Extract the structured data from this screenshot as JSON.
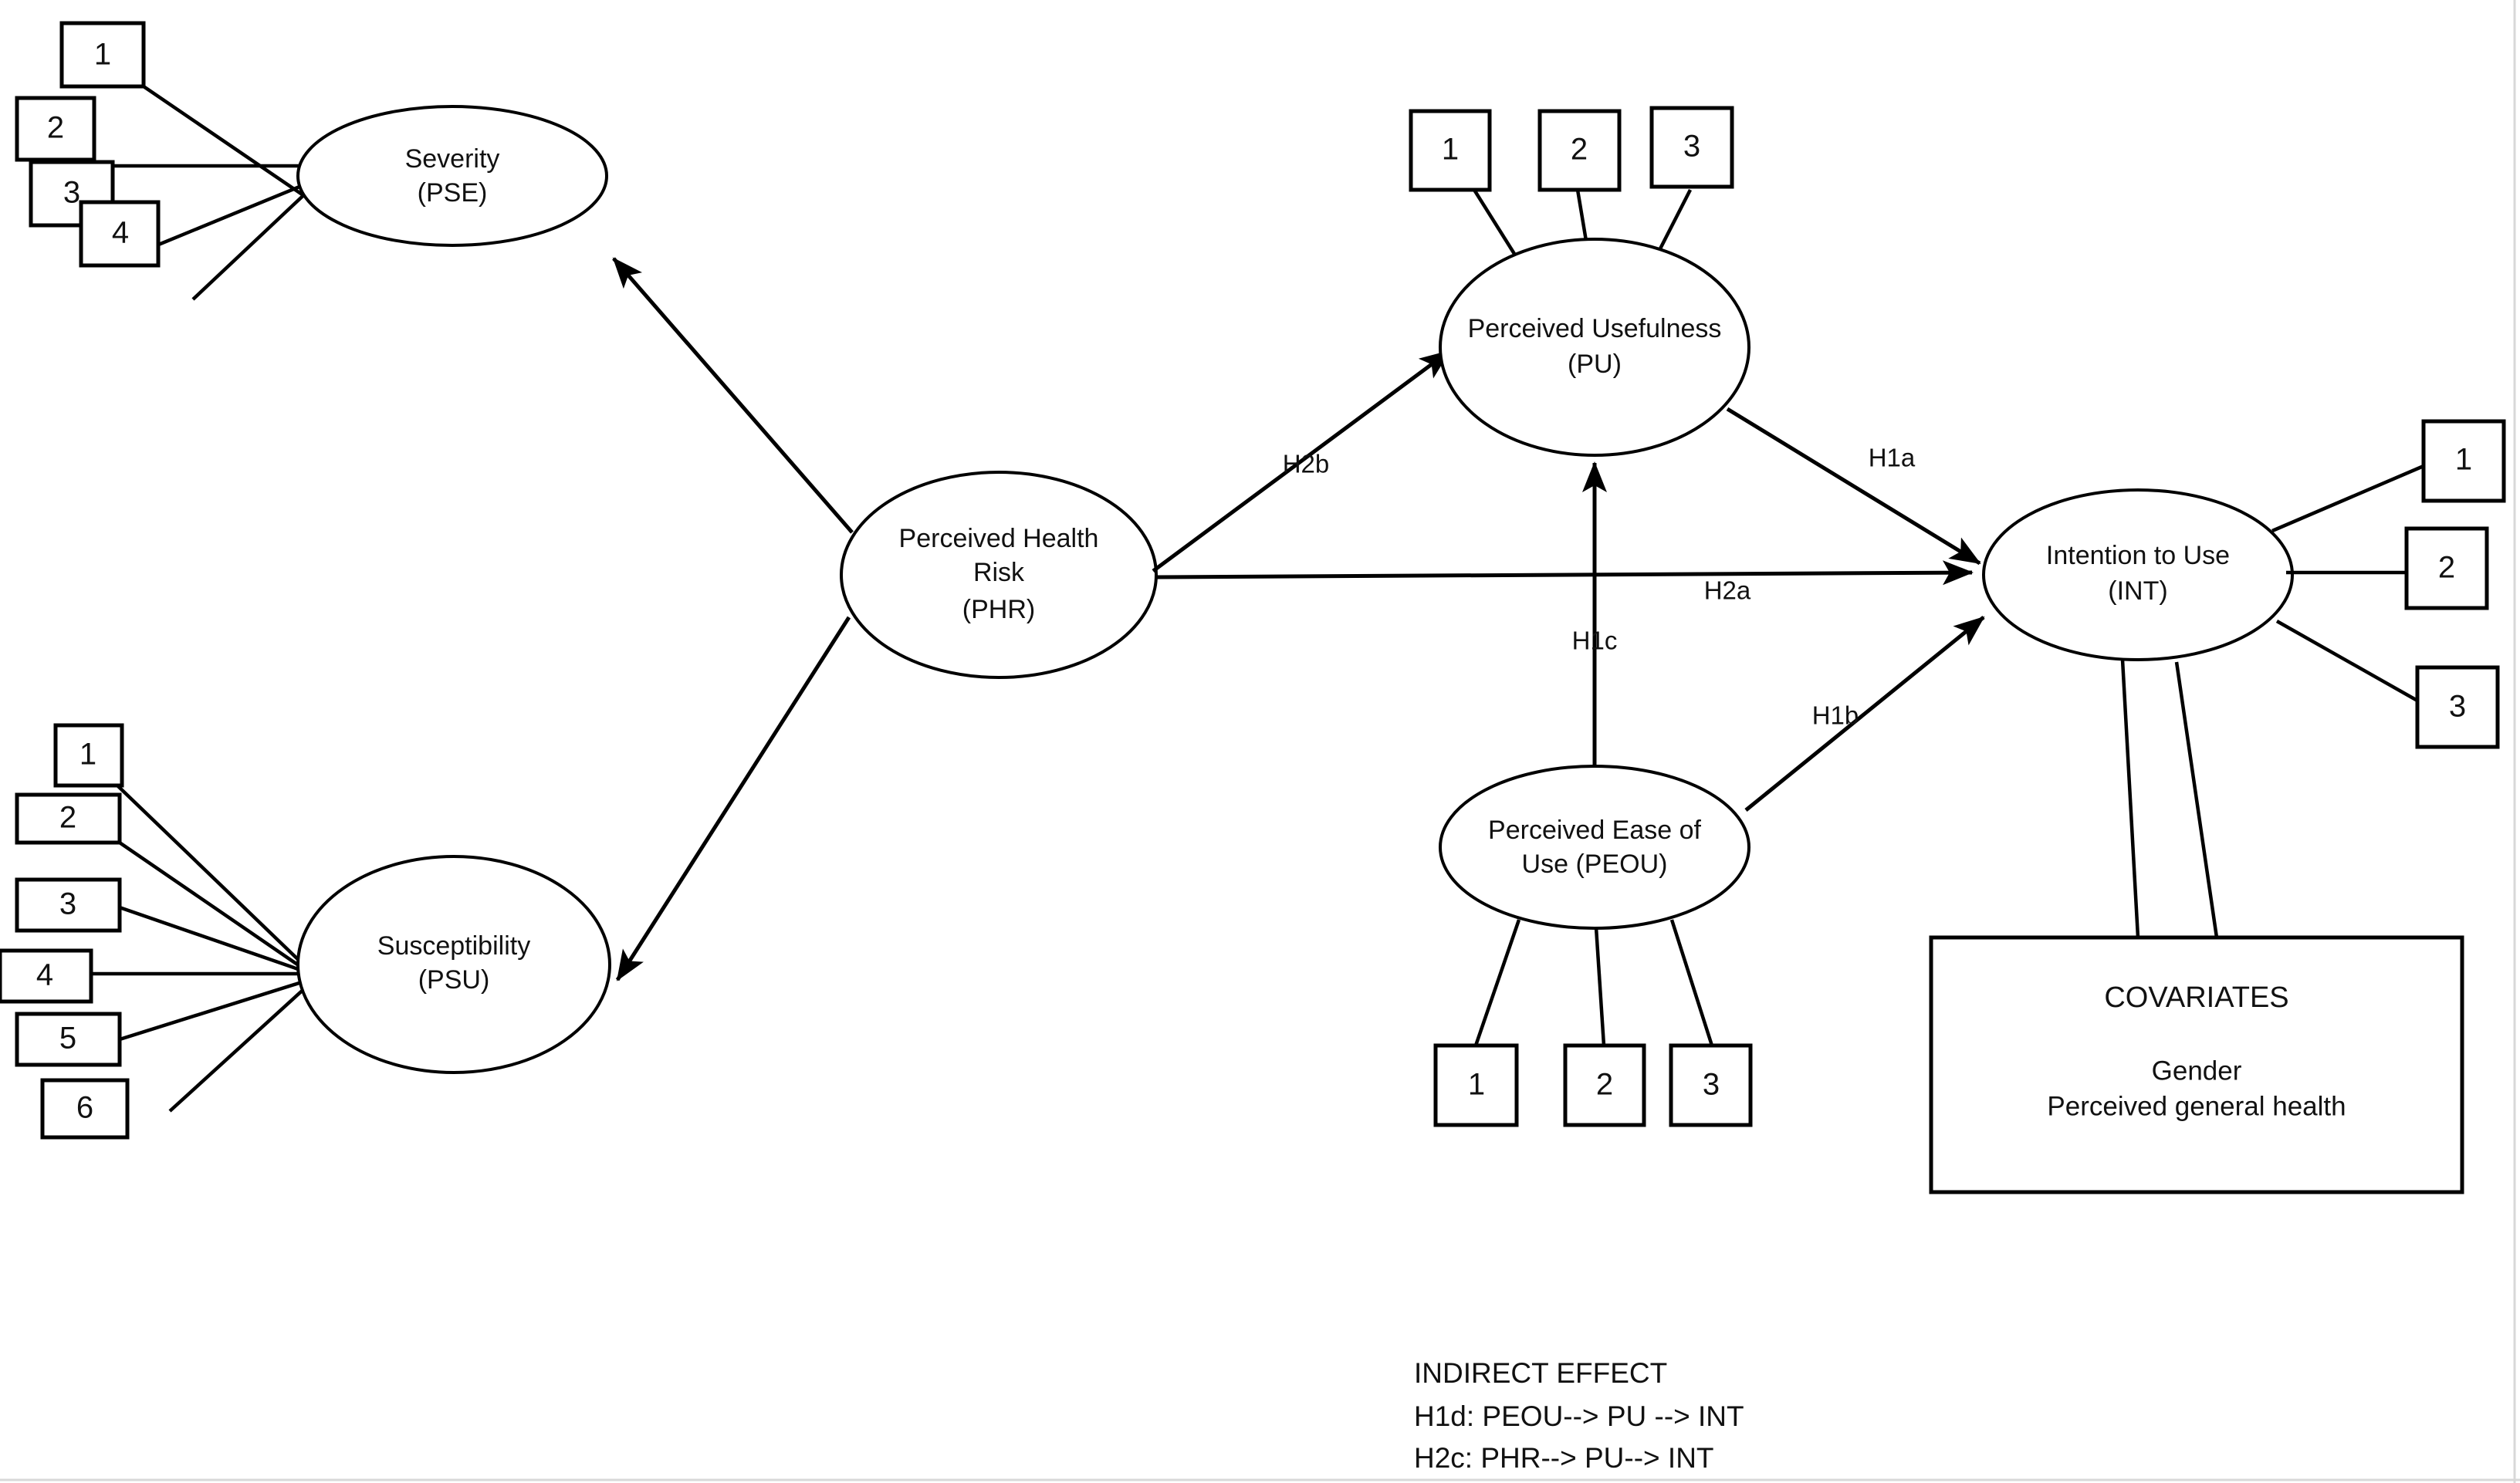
{
  "diagram": {
    "type": "structural-equation-model",
    "title": "",
    "constructs": [
      {
        "id": "PSE",
        "name_line1": "Severity",
        "name_line2": "(PSE)",
        "role": "latent-exogenous",
        "indicators": [
          "1",
          "2",
          "3",
          "4"
        ]
      },
      {
        "id": "PSU",
        "name_line1": "Susceptibility",
        "name_line2": "(PSU)",
        "role": "latent-exogenous",
        "indicators": [
          "1",
          "2",
          "3",
          "4",
          "5",
          "6"
        ]
      },
      {
        "id": "PHR",
        "name_line1": "Perceived Health",
        "name_line2": "Risk",
        "name_line3": "(PHR)",
        "role": "latent-second-order",
        "indicators": []
      },
      {
        "id": "PU",
        "name_line1": "Perceived Usefulness",
        "name_line2": "(PU)",
        "role": "latent-mediator",
        "indicators": [
          "1",
          "2",
          "3"
        ]
      },
      {
        "id": "PEOU",
        "name_line1": "Perceived Ease of",
        "name_line2": "Use (PEOU)",
        "role": "latent-exogenous",
        "indicators": [
          "1",
          "2",
          "3"
        ]
      },
      {
        "id": "INT",
        "name_line1": "Intention to Use",
        "name_line2": "(INT)",
        "role": "latent-endogenous",
        "indicators": [
          "1",
          "2",
          "3"
        ]
      }
    ],
    "paths": [
      {
        "label": "H2b",
        "from": "PHR",
        "to": "PU"
      },
      {
        "label": "H2a",
        "from": "PHR",
        "to": "INT"
      },
      {
        "label": "H1a",
        "from": "PU",
        "to": "INT"
      },
      {
        "label": "H1b",
        "from": "PEOU",
        "to": "INT"
      },
      {
        "label": "H1c",
        "from": "PEOU",
        "to": "PU"
      },
      {
        "label": "",
        "from": "PHR",
        "to": "PSE"
      },
      {
        "label": "",
        "from": "PHR",
        "to": "PSU"
      }
    ],
    "covariates": {
      "title": "COVARIATES",
      "items": [
        "Gender",
        "Perceived general health"
      ]
    },
    "indirect_effects": {
      "heading": "INDIRECT EFFECT",
      "lines": [
        "H1d: PEOU--> PU --> INT",
        "H2c: PHR--> PU--> INT"
      ]
    },
    "colors": {
      "stroke": "#000000",
      "fill": "#ffffff",
      "text": "#111111"
    }
  }
}
